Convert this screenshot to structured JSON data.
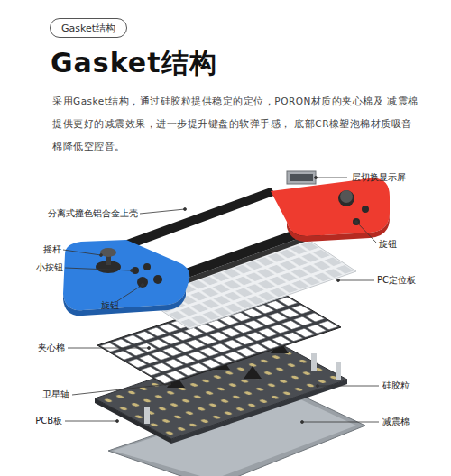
{
  "diagram": {
    "title": "Gasket结构",
    "nodes": [
      {
        "text": [
          "Gasket结构"
        ]
      }
    ],
    "labels": [
      "采用Gasket结构，通过硅胶粒提供稳定的定位，PORON材质的夹心棉及 减震棉提供更好的减震效果，进一步提升键盘的软弹手感， 底部CR橡塑泡棉材质吸音棉降低空腔音。",
      "层切换显示屏",
      "分离式撞色铝合金上壳",
      "旋钮",
      "摇杆",
      "小按钮",
      "旋钮",
      "PC定位板",
      "夹心棉",
      "硅胶粒",
      "卫星轴",
      "PCB板",
      "减震棉"
    ]
  }
}
